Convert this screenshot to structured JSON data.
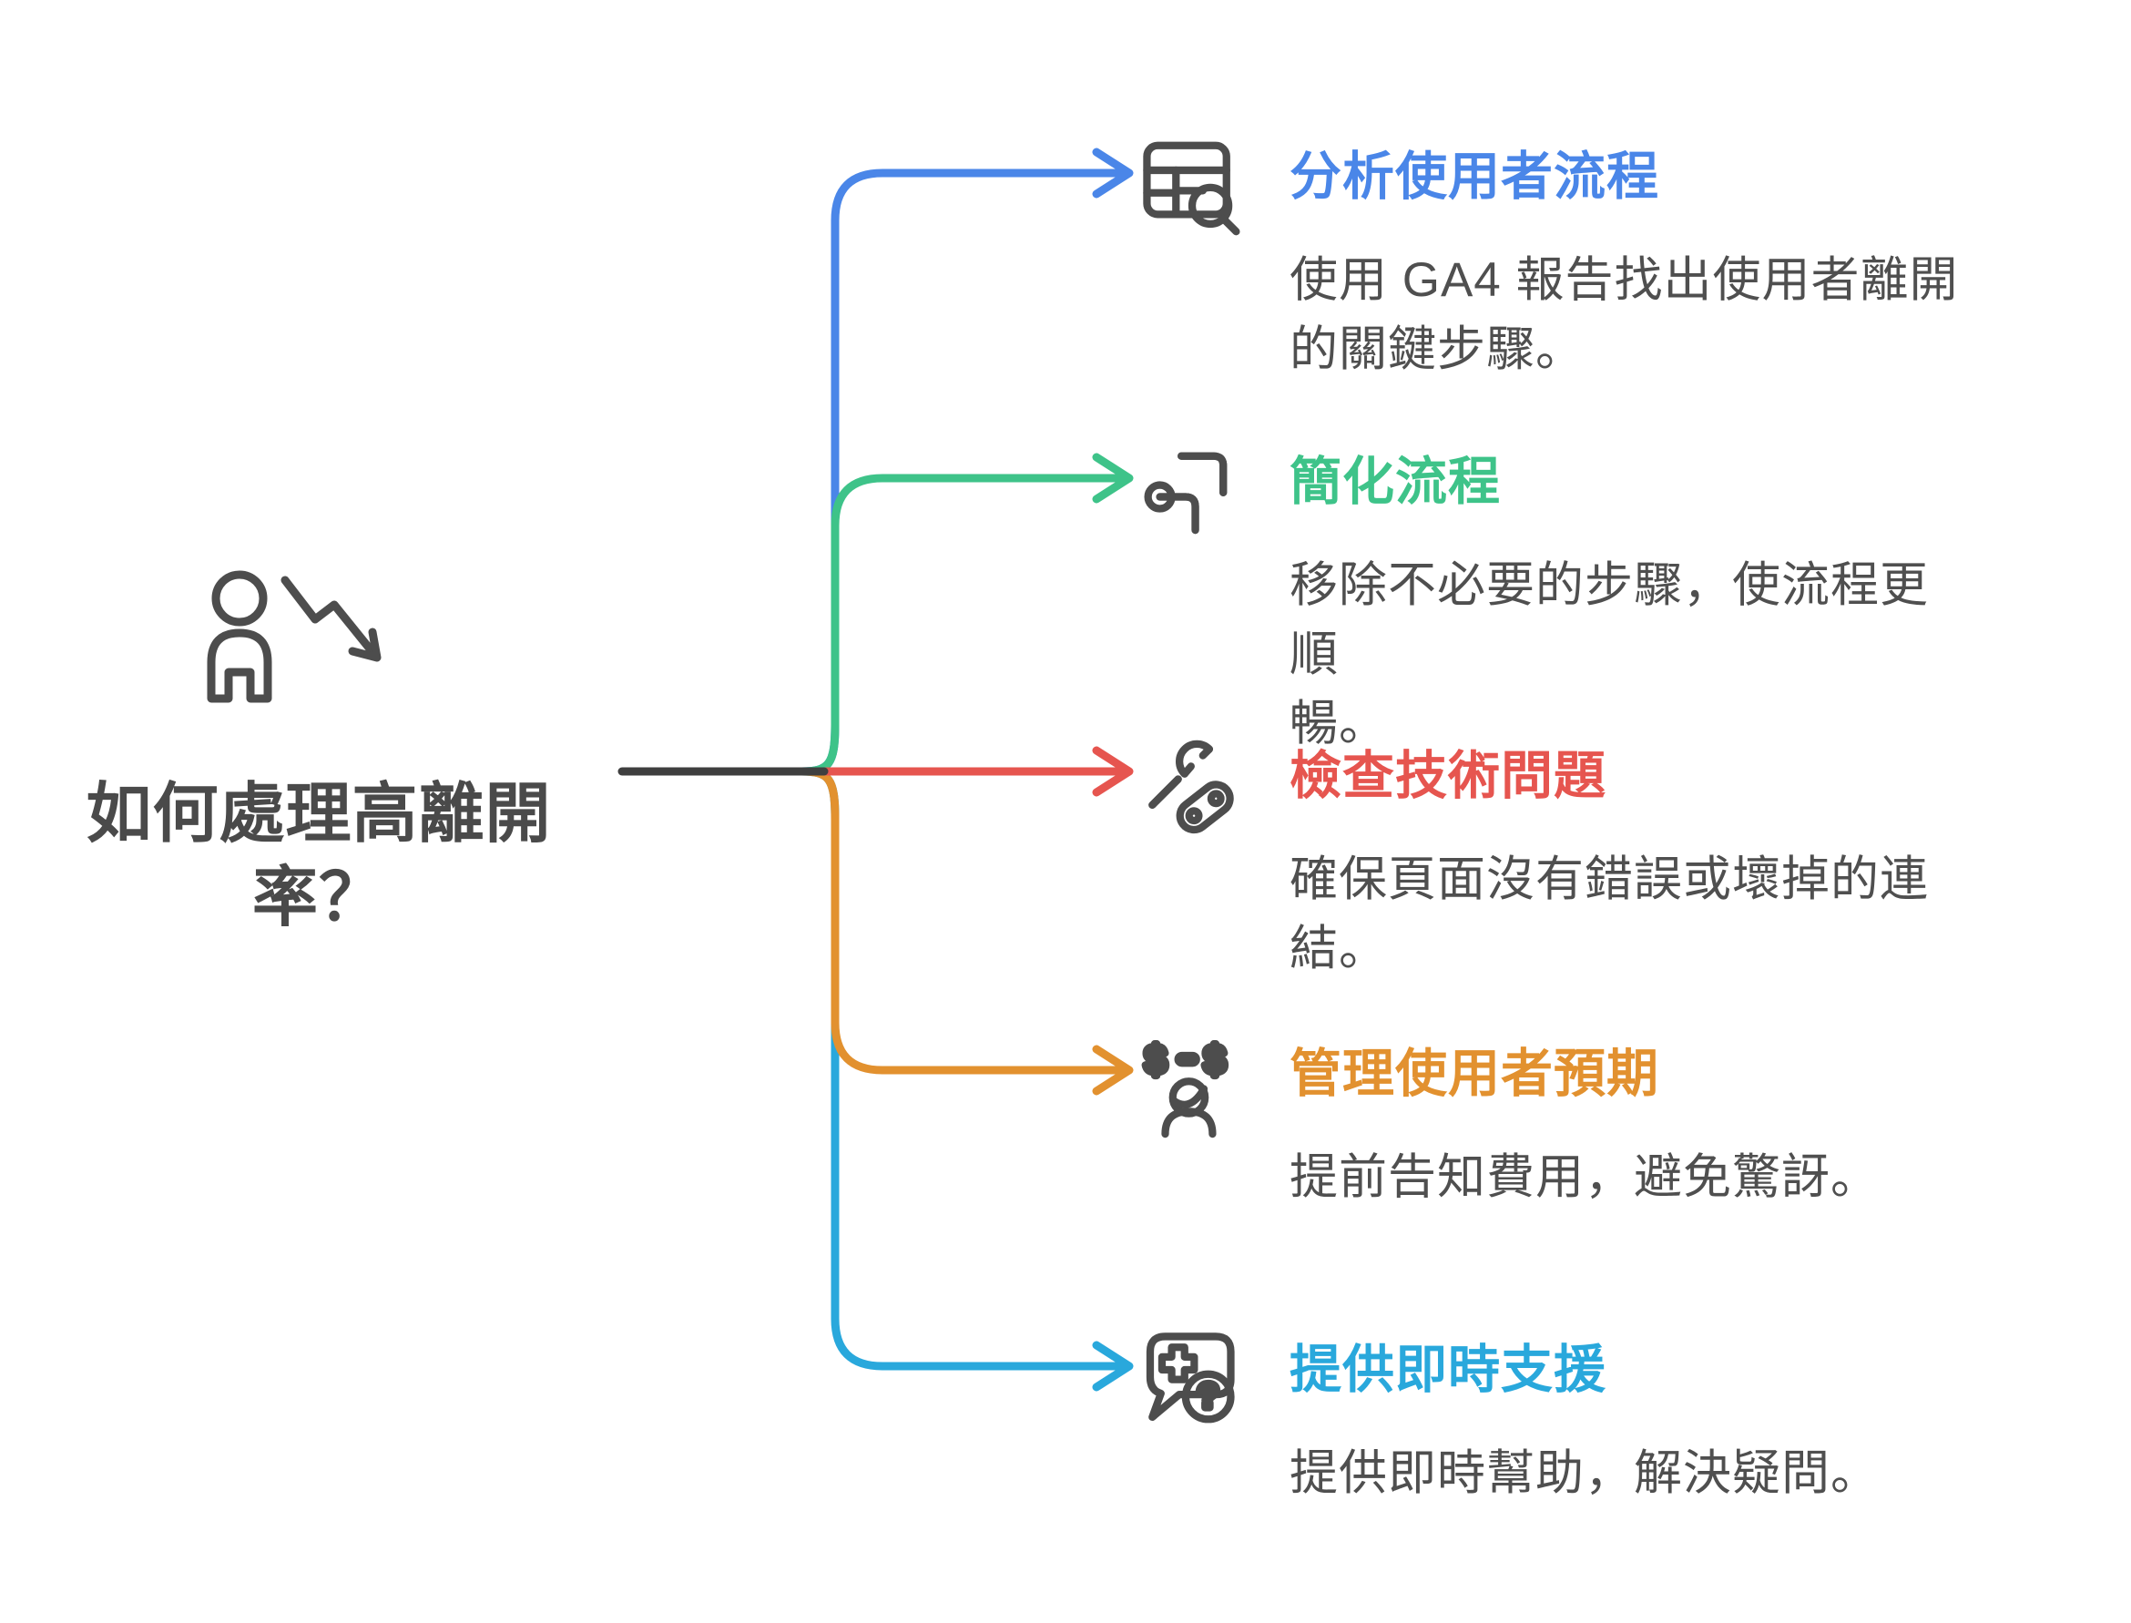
{
  "page": {
    "background": "#ffffff"
  },
  "colors": {
    "trunk": "#3f3f3f",
    "icon": "#4d4d4d",
    "center_title": "#4a4a4a",
    "description": "#4f4f4f"
  },
  "center": {
    "title": "如何處理高離開\n率？",
    "icon": "person-decline-icon"
  },
  "branches": [
    {
      "id": "analyze-user-flow",
      "title": "分析使用者流程",
      "description": "使用 GA4 報告找出使用者離開\n的關鍵步驟。",
      "color": "#4a86e8",
      "icon": "table-search-icon"
    },
    {
      "id": "simplify-process",
      "title": "簡化流程",
      "description": "移除不必要的步驟，使流程更順\n暢。",
      "color": "#3ec389",
      "icon": "flow-pipes-icon"
    },
    {
      "id": "check-technical-issues",
      "title": "檢查技術問題",
      "description": "確保頁面沒有錯誤或壞掉的連\n結。",
      "color": "#e6554f",
      "icon": "wrench-link-icon"
    },
    {
      "id": "manage-user-expectations",
      "title": "管理使用者預期",
      "description": "提前告知費用，避免驚訝。",
      "color": "#e2912f",
      "icon": "money-person-icon"
    },
    {
      "id": "provide-instant-support",
      "title": "提供即時支援",
      "description": "提供即時幫助，解決疑問。",
      "color": "#29a8dc",
      "icon": "chat-help-icon"
    }
  ]
}
